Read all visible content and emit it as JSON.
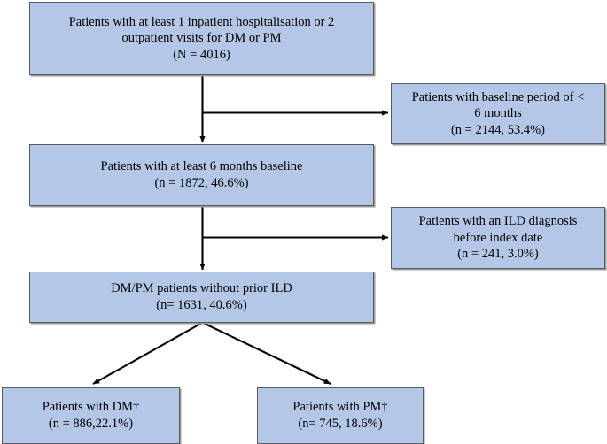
{
  "diagram": {
    "type": "flowchart",
    "title": "Patient attrition flow diagram",
    "style": {
      "node_fill": "#b4c7e7",
      "node_border": "#5a5a5a",
      "connector_color": "#000000",
      "background": "#ffffff",
      "text_color": "#000000"
    },
    "nodes": [
      {
        "id": "cohort",
        "name": "total-cohort-box",
        "text": "Patients with at least 1 inpatient hospitalisation or 2\noutpatient visits for DM or PM\n(N = 4016)",
        "count": 4016,
        "percent": null
      },
      {
        "id": "excl-baseline",
        "name": "excluded-short-baseline-box",
        "text": "Patients with baseline period of <\n6 months\n(n = 2144, 53.4%)",
        "count": 2144,
        "percent": 53.4
      },
      {
        "id": "baseline6",
        "name": "at-least-6-months-baseline-box",
        "text": "Patients with at least 6 months baseline\n(n = 1872, 46.6%)",
        "count": 1872,
        "percent": 46.6
      },
      {
        "id": "excl-ild",
        "name": "excluded-prior-ild-box",
        "text": "Patients with an ILD diagnosis\nbefore index date\n(n = 241, 3.0%)",
        "count": 241,
        "percent": 3.0
      },
      {
        "id": "noprior-ild",
        "name": "dm-pm-without-prior-ild-box",
        "text": "DM/PM patients without prior ILD\n(n= 1631, 40.6%)",
        "count": 1631,
        "percent": 40.6
      },
      {
        "id": "dm",
        "name": "patients-with-dm-box",
        "text": "Patients with DM†\n(n = 886,22.1%)",
        "count": 886,
        "percent": 22.1
      },
      {
        "id": "pm",
        "name": "patients-with-pm-box",
        "text": "Patients with PM†\n(n= 745, 18.6%)",
        "count": 745,
        "percent": 18.6
      }
    ],
    "connectors": [
      {
        "id": "c1",
        "name": "arrow-cohort-to-baseline6",
        "from": "cohort",
        "to": "baseline6",
        "style": "vertical-arrow"
      },
      {
        "id": "c2",
        "name": "arrow-cohort-to-excl-baseline",
        "from": "cohort",
        "to": "excl-baseline",
        "style": "elbow-right-arrow"
      },
      {
        "id": "c3",
        "name": "arrow-baseline6-to-noprior-ild",
        "from": "baseline6",
        "to": "noprior-ild",
        "style": "vertical-arrow"
      },
      {
        "id": "c4",
        "name": "arrow-baseline6-to-excl-ild",
        "from": "baseline6",
        "to": "excl-ild",
        "style": "elbow-right-arrow"
      },
      {
        "id": "c5",
        "name": "arrow-noprior-ild-to-dm",
        "from": "noprior-ild",
        "to": "dm",
        "style": "diagonal-arrow"
      },
      {
        "id": "c6",
        "name": "arrow-noprior-ild-to-pm",
        "from": "noprior-ild",
        "to": "pm",
        "style": "diagonal-arrow"
      }
    ]
  }
}
